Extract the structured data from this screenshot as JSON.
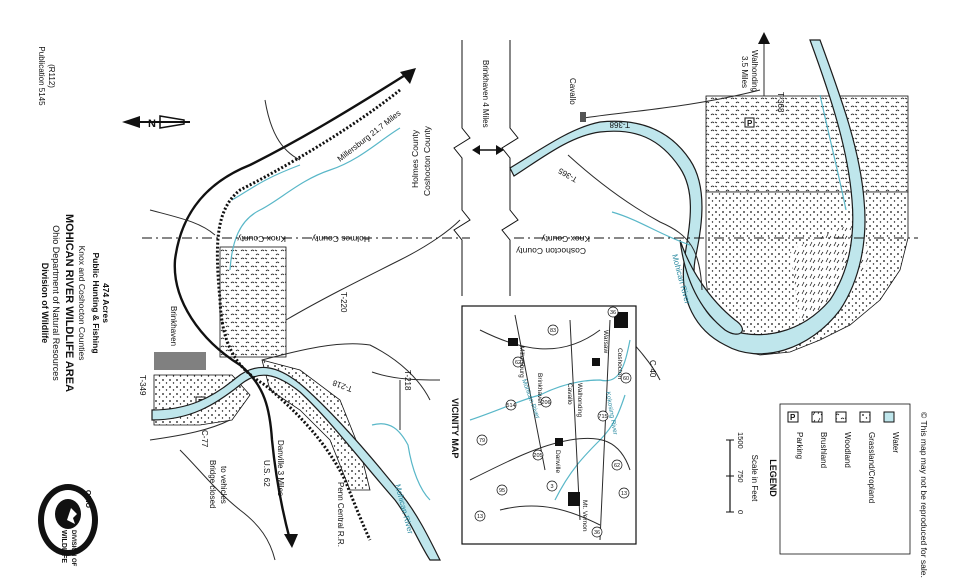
{
  "header": {
    "publication": "Publication 5145",
    "revision": "(R112)",
    "agency": "Division of Wildlife",
    "department": "Ohio Department of Natural Resources",
    "title": "MOHICAN RIVER WILDLIFE AREA",
    "counties": "Knox and Coshocton Counties",
    "use": "Public Hunting & Fishing",
    "acres": "474 Acres"
  },
  "logo": {
    "top_text": "OHIO",
    "lines": [
      "DIVISION OF",
      "WILDLIFE"
    ]
  },
  "labels": {
    "millersburg": "Millersburg 21.7 Miles",
    "brinkhaven": "Brinkhaven",
    "brinkhaven_dist": "Brinkhaven 4 Miles",
    "holmes_coshocton": [
      "Holmes County",
      "Coshocton County"
    ],
    "knox_holmes": [
      "Knox County",
      "Holmes County"
    ],
    "knox_coshocton": [
      "Knox County",
      "Coshocton County"
    ],
    "t220": "T-220",
    "t218": "T-218",
    "t218_b": "T-218",
    "t349": "T-349",
    "c77": "C-77",
    "us62": "U.S. 62",
    "danville": "Danville 3 Miles",
    "bridge": [
      "Bridge closed",
      "to vehicles"
    ],
    "penn": "Penn Central R.R.",
    "mohican_river_west": "Mohican River",
    "mohican_river_east": "Mohican River",
    "cavallo": "Cavallo",
    "t368": "T-368",
    "t368_b": "T-368",
    "t365": "T-365",
    "c40": "C-40",
    "walhonding": [
      "Walhonding",
      "3.5 Miles"
    ]
  },
  "vicinity": {
    "title": "VICINITY MAP",
    "towns": [
      "Millersburg",
      "Brinkhaven",
      "Cavallo",
      "Walhonding",
      "Warsaw",
      "Coshocton",
      "Danville",
      "Mt. Vernon"
    ],
    "rivers": [
      "Mohican River",
      "Kokosing River"
    ],
    "shields": [
      "62",
      "83",
      "36",
      "60",
      "514",
      "206",
      "715",
      "79",
      "205",
      "3",
      "95",
      "13",
      "62",
      "36",
      "13"
    ]
  },
  "legend": {
    "title": "LEGEND",
    "items": [
      {
        "label": "Parking",
        "key": "parking"
      },
      {
        "label": "Brushland",
        "key": "brushland"
      },
      {
        "label": "Woodland",
        "key": "woodland"
      },
      {
        "label": "Grassland/Cropland",
        "key": "grassland"
      },
      {
        "label": "Water",
        "key": "water"
      }
    ],
    "scale_label": "Scale in Feet",
    "scale_ticks": [
      "0",
      "750",
      "1500"
    ]
  },
  "copyright": "© This map may not be reproduced for sale.",
  "colors": {
    "water": "#bfe6ec",
    "river_line": "#59b7c8",
    "ink": "#111111",
    "cropland": "#808080"
  }
}
